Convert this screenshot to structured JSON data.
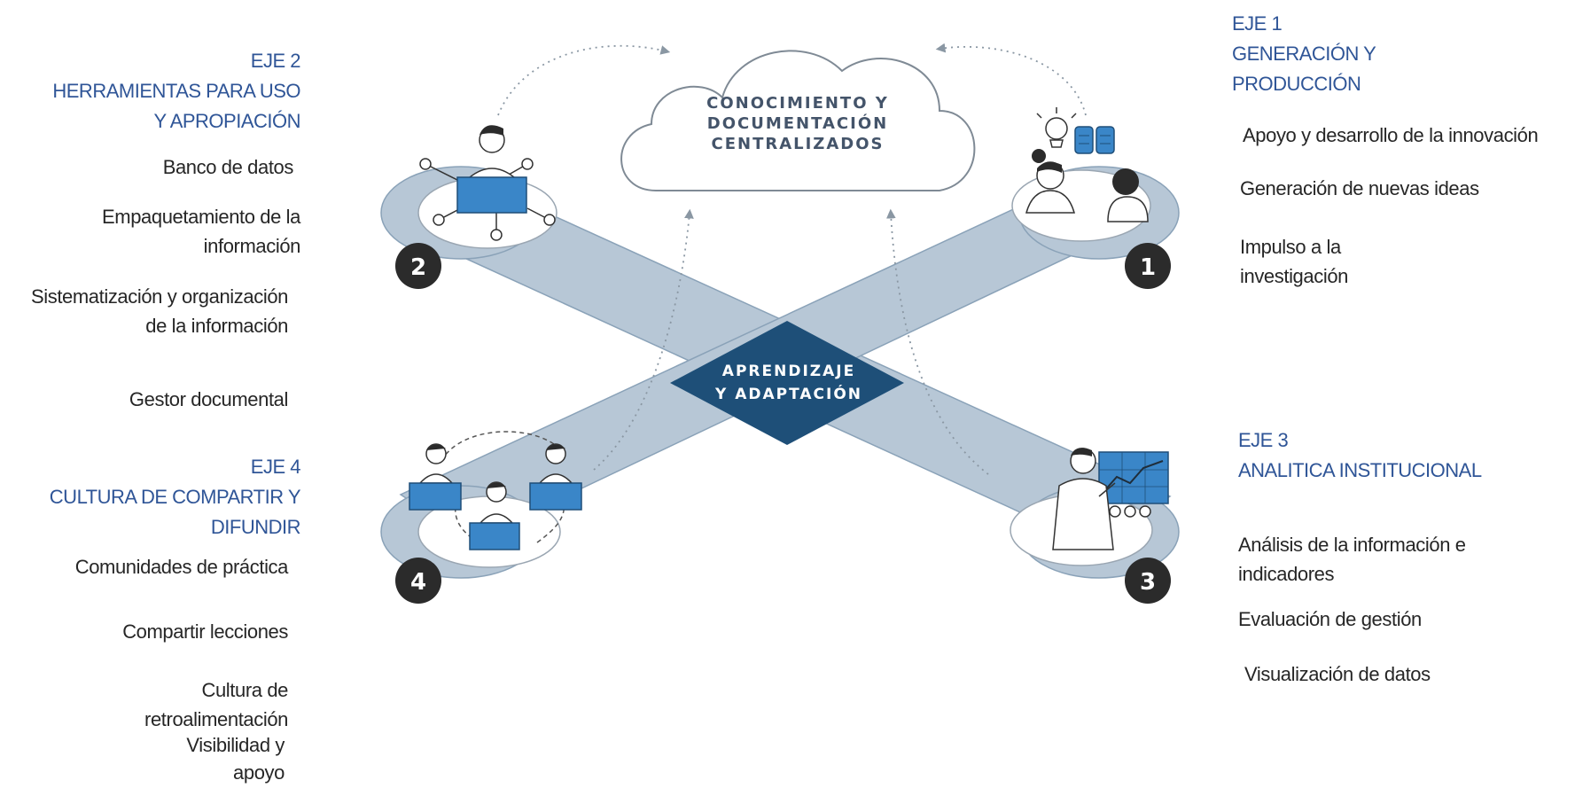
{
  "colors": {
    "heading": "#2f5597",
    "body_text": "#262626",
    "band": "#b7c7d6",
    "band_stroke": "#8aa2b8",
    "center": "#1e4f78",
    "badge": "#2b2b2b",
    "screen": "#3a86c8"
  },
  "diagram": {
    "cloud_lines": [
      "CONOCIMIENTO Y",
      "DOCUMENTACIÓN",
      "CENTRALIZADOS"
    ],
    "center_lines": [
      "APRENDIZAJE",
      "Y ADAPTACIÓN"
    ],
    "badges": [
      "1",
      "2",
      "3",
      "4"
    ]
  },
  "eje1": {
    "title_lines": [
      "EJE 1",
      "GENERACIÓN Y",
      "PRODUCCIÓN"
    ],
    "items": [
      "Apoyo y desarrollo de la innovación",
      "Generación de nuevas ideas",
      "Impulso a la\ninvestigación"
    ]
  },
  "eje2": {
    "title_lines": [
      "EJE 2",
      "HERRAMIENTAS PARA USO",
      "Y APROPIACIÓN"
    ],
    "items": [
      "Banco de datos",
      "Empaquetamiento de la\ninformación",
      "Sistematización y organización\nde la información",
      "Gestor documental"
    ]
  },
  "eje3": {
    "title_lines": [
      "EJE 3",
      "ANALITICA INSTITUCIONAL"
    ],
    "items": [
      "Análisis de la información e\nindicadores",
      "Evaluación de gestión",
      "Visualización de datos"
    ]
  },
  "eje4": {
    "title_lines": [
      "EJE 4",
      "CULTURA DE COMPARTIR Y",
      "DIFUNDIR"
    ],
    "items": [
      "Comunidades de práctica",
      "Compartir lecciones",
      "Cultura de\nretroalimentación",
      "Visibilidad y\napoyo"
    ]
  }
}
